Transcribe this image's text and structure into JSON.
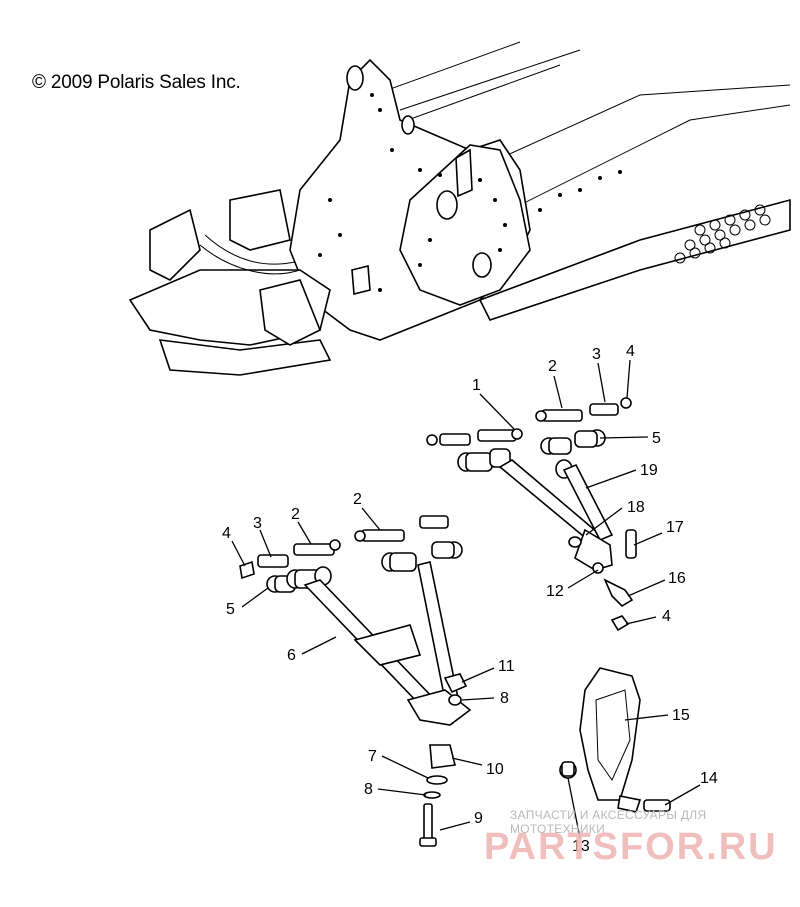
{
  "copyright": "© 2009 Polaris Sales Inc.",
  "watermark": {
    "tagline": "ЗАПЧАСТИ И АКСЕССУАРЫ ДЛЯ МОТОТЕХНИКИ",
    "logo": "PARTSFOR.RU",
    "color": "#f0b7b7"
  },
  "callouts": [
    "1",
    "2",
    "3",
    "4",
    "5",
    "6",
    "7",
    "8",
    "9",
    "10",
    "11",
    "12",
    "13",
    "14",
    "15",
    "16",
    "17",
    "18",
    "19"
  ]
}
